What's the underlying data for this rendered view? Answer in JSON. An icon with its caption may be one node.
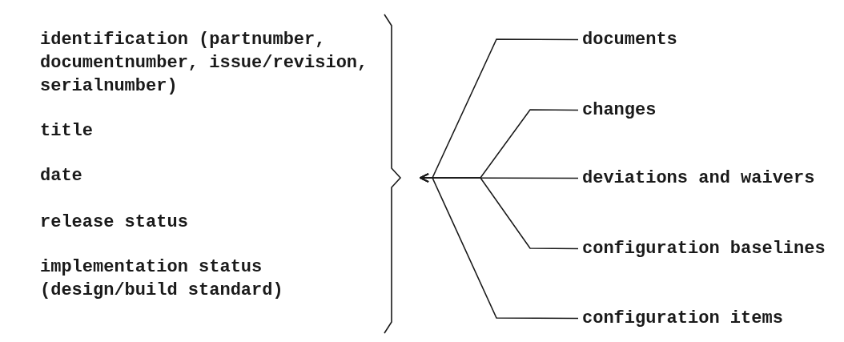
{
  "diagram": {
    "nodes": [
      {
        "text": [
          "identification (partnumber, documentnumber, issue/revision, serialnumber)",
          "title",
          "date",
          "release status",
          "implementation status (design/build standard)"
        ]
      },
      {
        "text": [
          "documents"
        ]
      },
      {
        "text": [
          "changes"
        ]
      },
      {
        "text": [
          "deviations and waivers"
        ]
      },
      {
        "text": [
          "configuration baselines"
        ]
      },
      {
        "text": [
          "configuration items"
        ]
      }
    ],
    "edges": [
      {
        "from": 1,
        "to": 0,
        "arrow": "to"
      },
      {
        "from": 2,
        "to": 0,
        "arrow": "to"
      },
      {
        "from": 3,
        "to": 0,
        "arrow": "to"
      },
      {
        "from": 4,
        "to": 0,
        "arrow": "to"
      },
      {
        "from": 5,
        "to": 0,
        "arrow": "to"
      }
    ]
  }
}
